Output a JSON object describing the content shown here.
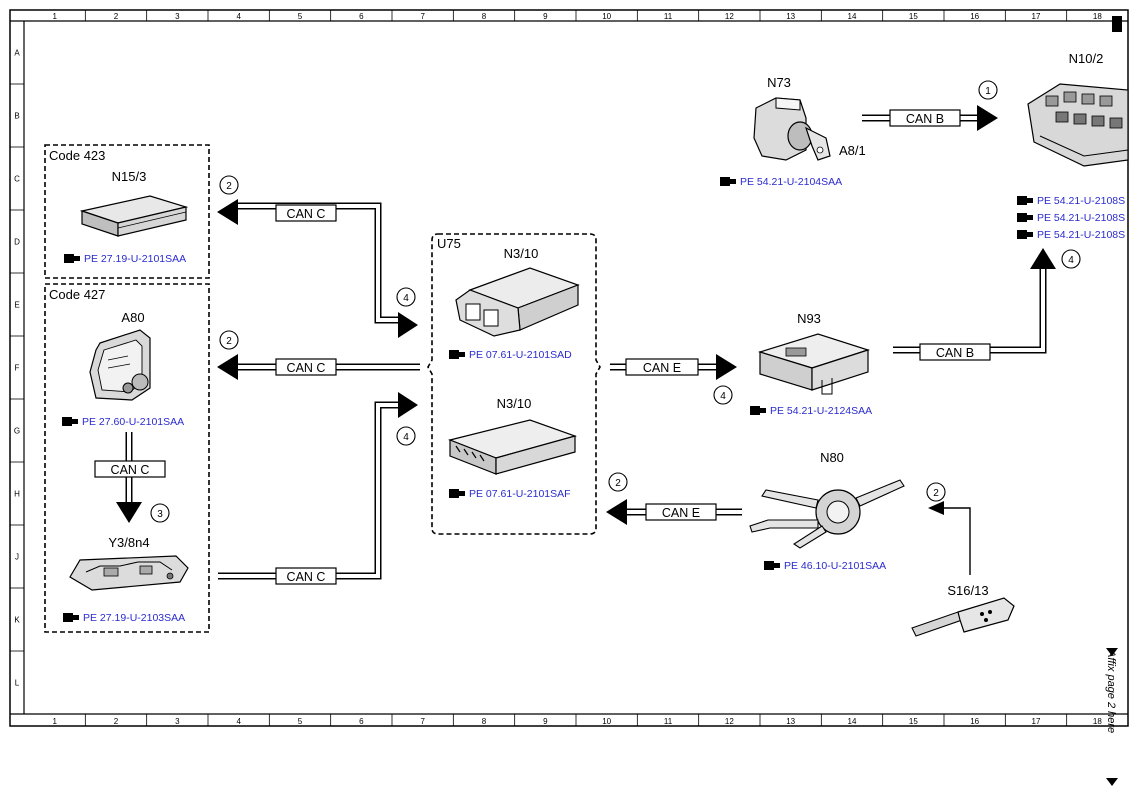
{
  "frame": {
    "columns": [
      "1",
      "2",
      "3",
      "4",
      "5",
      "6",
      "7",
      "8",
      "9",
      "10",
      "11",
      "12",
      "13",
      "14",
      "15",
      "16",
      "17",
      "18"
    ],
    "rows": [
      "A",
      "B",
      "C",
      "D",
      "E",
      "F",
      "G",
      "H",
      "J",
      "K",
      "L"
    ],
    "side_note": "Affix page 2 here"
  },
  "groups": {
    "code423": "Code 423",
    "code427": "Code 427",
    "u75": "U75"
  },
  "components": {
    "n15_3": {
      "label": "N15/3",
      "ref": "PE 27.19-U-2101SAA"
    },
    "a80": {
      "label": "A80",
      "ref": "PE 27.60-U-2101SAA"
    },
    "y3_8n4": {
      "label": "Y3/8n4",
      "ref": "PE 27.19-U-2103SAA"
    },
    "n3_10_top": {
      "label": "N3/10",
      "ref": "PE 07.61-U-2101SAD"
    },
    "n3_10_bottom": {
      "label": "N3/10",
      "ref": "PE 07.61-U-2101SAF"
    },
    "n73": {
      "label": "N73",
      "ref": "PE 54.21-U-2104SAA"
    },
    "a8_1": {
      "label": "A8/1"
    },
    "n10_2": {
      "label": "N10/2",
      "refs": [
        "PE 54.21-U-2108S",
        "PE 54.21-U-2108S",
        "PE 54.21-U-2108S"
      ]
    },
    "n93": {
      "label": "N93",
      "ref": "PE 54.21-U-2124SAA"
    },
    "n80": {
      "label": "N80",
      "ref": "PE 46.10-U-2101SAA"
    },
    "s16_13": {
      "label": "S16/13"
    }
  },
  "buses": {
    "n15_3_can_c": "CAN C",
    "a80_can_c": "CAN C",
    "a80_y3_can_c": "CAN C",
    "y3_can_c": "CAN C",
    "n3_n93_can_e": "CAN E",
    "n80_can_e": "CAN E",
    "n73_can_b": "CAN B",
    "n93_can_b": "CAN B"
  },
  "markers": {
    "m_n10_in": "1",
    "m_n15_3": "2",
    "m_a80": "2",
    "m_u75_top": "4",
    "m_u75_bottom": "4",
    "m_a80_y3": "3",
    "m_n93_can_e": "4",
    "m_n10_can_b": "4",
    "m_n80_can_e": "2",
    "m_s16_13": "2"
  }
}
